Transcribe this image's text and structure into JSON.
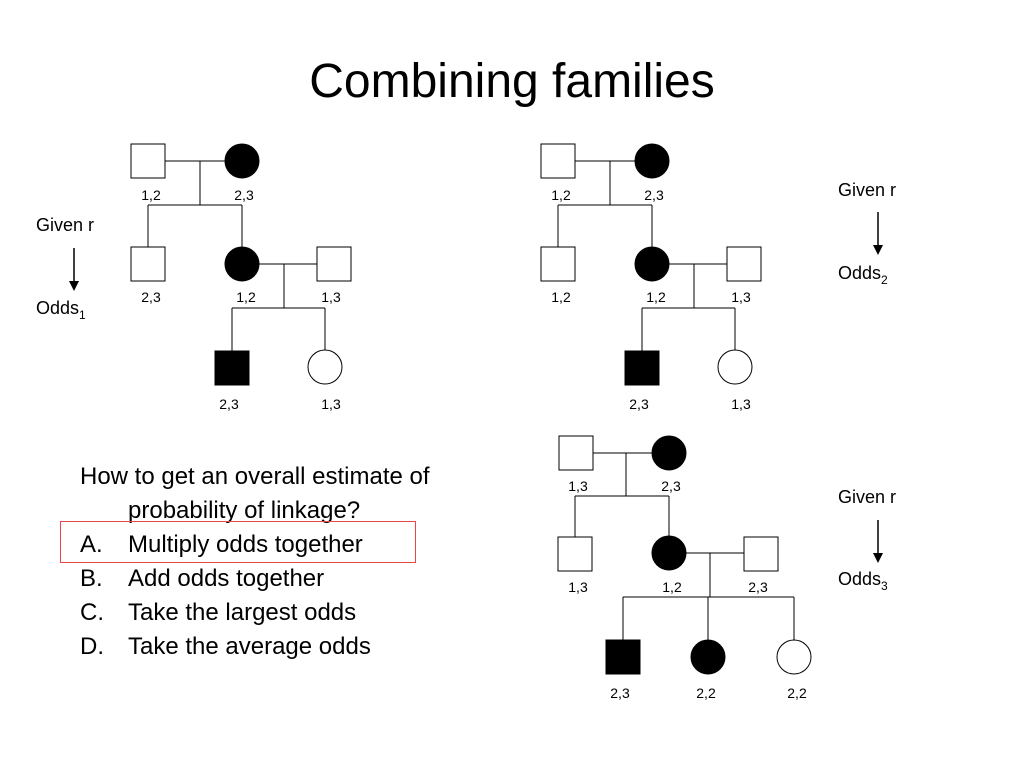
{
  "title": "Combining families",
  "colors": {
    "ink": "#000000",
    "highlight": "#e8474a"
  },
  "family1": {
    "labels": [
      "1,2",
      "2,3",
      "2,3",
      "1,2",
      "1,3",
      "2,3",
      "1,3"
    ],
    "given": "Given r",
    "odds": "Odds",
    "odds_sub": "1"
  },
  "family2": {
    "labels": [
      "1,2",
      "2,3",
      "1,2",
      "1,2",
      "1,3",
      "2,3",
      "1,3"
    ],
    "given": "Given r",
    "odds": "Odds",
    "odds_sub": "2"
  },
  "family3": {
    "labels": [
      "1,3",
      "2,3",
      "1,3",
      "1,2",
      "2,3",
      "2,3",
      "2,2",
      "2,2"
    ],
    "given": "Given r",
    "odds": "Odds",
    "odds_sub": "3"
  },
  "question": {
    "prompt": "How to get an overall estimate of probability of linkage?",
    "options": [
      {
        "letter": "A.",
        "text": "Multiply odds together"
      },
      {
        "letter": "B.",
        "text": "Add odds together"
      },
      {
        "letter": "C.",
        "text": "Take the largest odds"
      },
      {
        "letter": "D.",
        "text": "Take the average odds"
      }
    ]
  }
}
